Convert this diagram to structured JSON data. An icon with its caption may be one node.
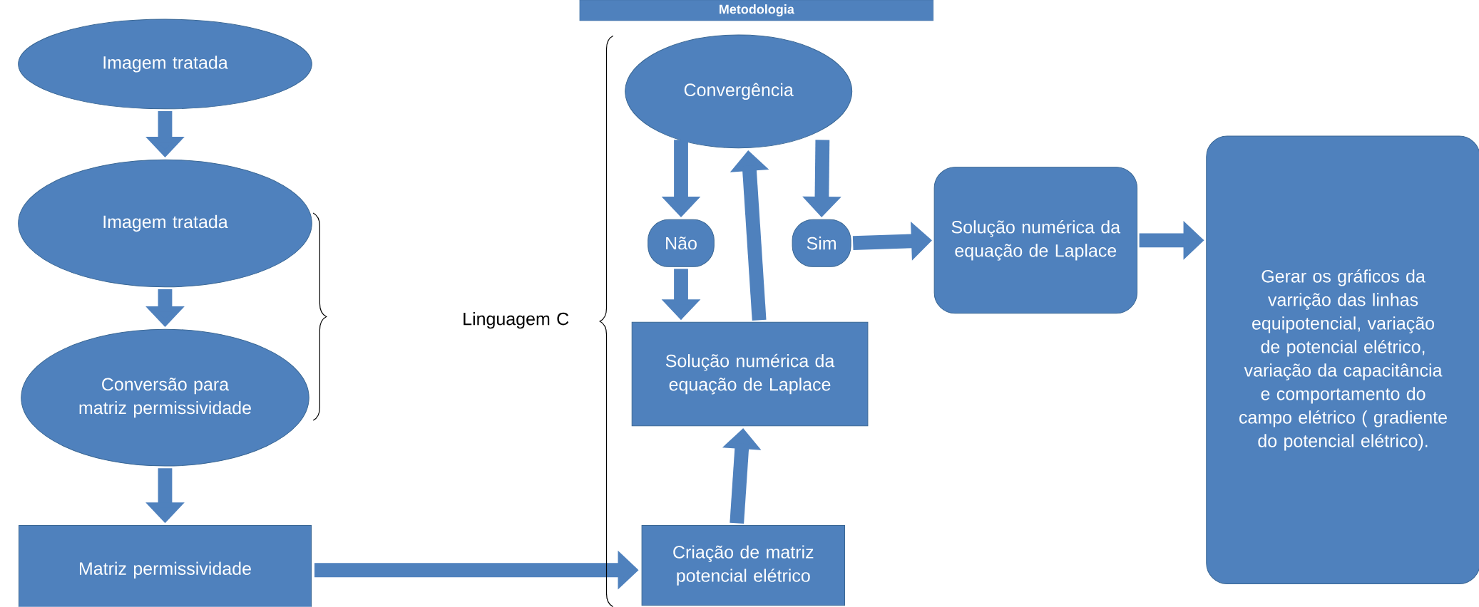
{
  "diagram": {
    "title": "Metodologia",
    "nodes": [
      {
        "text": [
          "Imagem tratada"
        ]
      },
      {
        "text": [
          "Imagem tratada"
        ]
      },
      {
        "text": [
          "Conversão para matriz permissividade"
        ]
      },
      {
        "text": [
          "Matriz permissividade"
        ]
      },
      {
        "text": [
          "Convergência"
        ]
      },
      {
        "text": [
          "Não"
        ]
      },
      {
        "text": [
          "Sim"
        ]
      },
      {
        "text": [
          "Solução numérica da equação de Laplace"
        ]
      },
      {
        "text": [
          "Criação de matriz potencial elétrico"
        ]
      },
      {
        "text": [
          "Solução numérica da equação de Laplace"
        ]
      },
      {
        "text": [
          "Gerar os gráficos da varrição das linhas equipotencial, variação de potencial elétrico, variação da capacitância e comportamento do campo elétrico ( gradiente do potencial elétrico)."
        ]
      }
    ],
    "edges": [
      {
        "from": 0,
        "to": 1,
        "arrow": "to"
      },
      {
        "from": 1,
        "to": 2,
        "arrow": "to"
      },
      {
        "from": 2,
        "to": 3,
        "arrow": "to"
      },
      {
        "from": 3,
        "to": 8,
        "arrow": "to"
      },
      {
        "from": 8,
        "to": 7,
        "arrow": "to"
      },
      {
        "from": 7,
        "to": 4,
        "arrow": "to"
      },
      {
        "from": 4,
        "to": 5,
        "arrow": "to"
      },
      {
        "from": 4,
        "to": 6,
        "arrow": "to"
      },
      {
        "from": 5,
        "to": 7,
        "arrow": "to"
      },
      {
        "from": 6,
        "to": 9,
        "arrow": "to"
      },
      {
        "from": 9,
        "to": 10,
        "arrow": "to"
      }
    ],
    "labels": [
      "Linguagem C"
    ]
  }
}
